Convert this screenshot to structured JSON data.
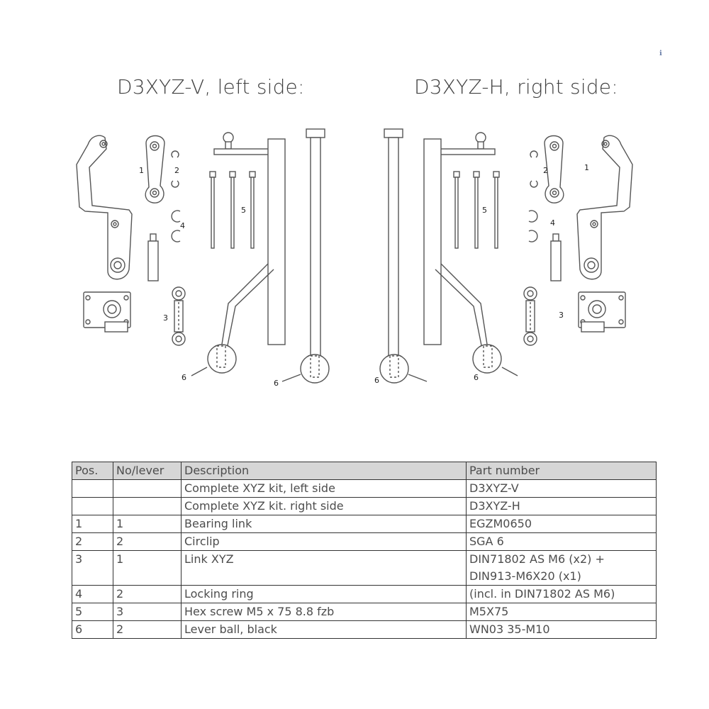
{
  "titles": {
    "left": "D3XYZ-V, left side:",
    "right": "D3XYZ-H, right side:"
  },
  "callouts": {
    "left": {
      "n1": "1",
      "n2": "2",
      "n3": "3",
      "n4": "4",
      "n5": "5",
      "n6a": "6",
      "n6b": "6"
    },
    "right": {
      "n1": "1",
      "n2": "2",
      "n3": "3",
      "n4": "4",
      "n5": "5",
      "n6a": "6",
      "n6b": "6"
    }
  },
  "table": {
    "headers": [
      "Pos.",
      "No/lever",
      "Description",
      "Part number"
    ],
    "rows": [
      [
        "",
        "",
        "Complete XYZ kit, left side",
        "D3XYZ-V"
      ],
      [
        "",
        "",
        "Complete XYZ kit. right side",
        "D3XYZ-H"
      ],
      [
        "1",
        "1",
        "Bearing link",
        "EGZM0650"
      ],
      [
        "2",
        "2",
        "Circlip",
        "SGA 6"
      ],
      [
        "3",
        "1",
        "Link XYZ",
        "DIN71802 AS M6 (x2) +\nDIN913-M6X20 (x1)"
      ],
      [
        "4",
        "2",
        "Locking ring",
        "(incl. in DIN71802 AS M6)"
      ],
      [
        "5",
        "3",
        "Hex screw M5 x 75 8.8 fzb",
        "M5X75"
      ],
      [
        "6",
        "2",
        "Lever ball, black",
        "WN03 35-M10"
      ]
    ]
  }
}
